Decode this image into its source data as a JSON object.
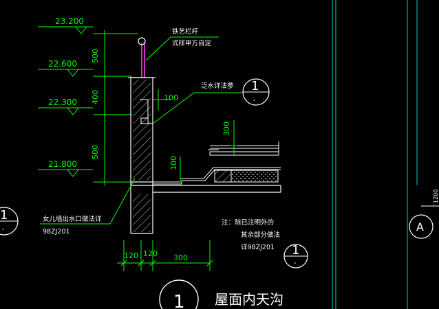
{
  "elevations": [
    "23.200",
    "22.600",
    "22.300",
    "21.800"
  ],
  "dimensions": {
    "v500_top": "500",
    "v400": "400",
    "v500_bot": "500",
    "d100_top": "100",
    "d300_right": "300",
    "d100_mid": "100",
    "d120_left": "120",
    "d120_right": "120",
    "d300_bottom": "300"
  },
  "notes": {
    "railing_line1": "铁艺栏杆",
    "railing_line2": "式样甲方自定",
    "waterproof": "泛水详法参",
    "outlet_line1": "女儿墙出水口做法详",
    "outlet_line2": "98ZJ201",
    "general_line1": "注：除已注明外的",
    "general_line2": "其余部分做法",
    "general_line3": "详98ZJ201"
  },
  "detail_refs": {
    "ref_right_num": "1",
    "ref_right_sub": "-",
    "ref_left_num": "1",
    "ref_left_sub": "-",
    "ref_bottom_num": "1",
    "ref_bottom_sub": "-",
    "title_num": "1"
  },
  "title": "屋面内天沟",
  "axis": {
    "label": "A",
    "edge_text": "1200"
  },
  "colors": {
    "background": "#000000",
    "dimension": "#00ff00",
    "outline": "#ffffff",
    "railing": "#cc33cc",
    "grid_line": "#00cccc"
  }
}
